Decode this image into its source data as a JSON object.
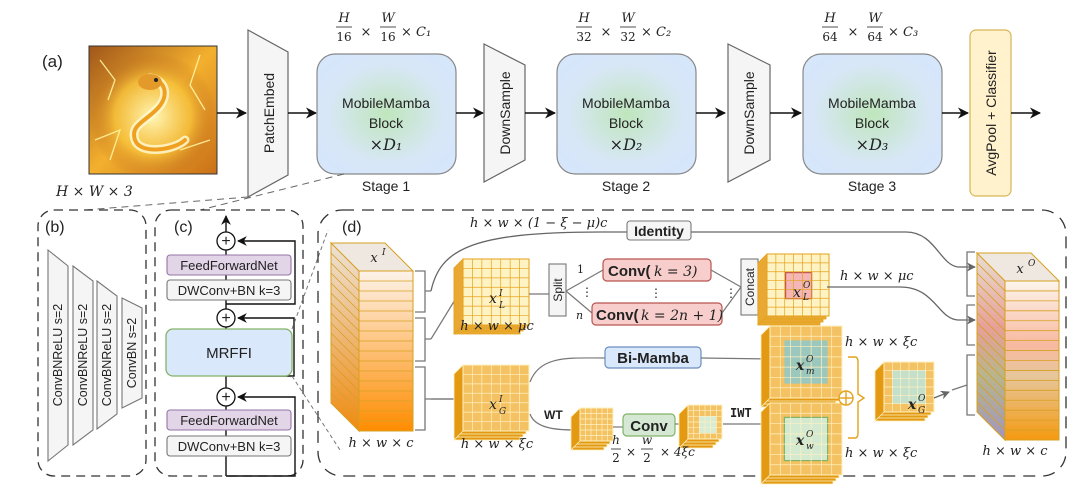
{
  "panels": {
    "a": {
      "label": "(a)",
      "input_dims": "H × W × 3",
      "patch_embed": "PatchEmbed",
      "downsample": "DownSample",
      "block_line1": "MobileMamba",
      "block_line2": "Block",
      "stages": [
        {
          "name": "Stage 1",
          "depth": "×D₁",
          "dims_num_h": "H",
          "dims_den_h": "16",
          "dims_num_w": "W",
          "dims_den_w": "16",
          "dims_c": "× C₁"
        },
        {
          "name": "Stage 2",
          "depth": "×D₂",
          "dims_num_h": "H",
          "dims_den_h": "32",
          "dims_num_w": "W",
          "dims_den_w": "32",
          "dims_c": "× C₂"
        },
        {
          "name": "Stage 3",
          "depth": "×D₃",
          "dims_num_h": "H",
          "dims_den_h": "64",
          "dims_num_w": "W",
          "dims_den_w": "64",
          "dims_c": "× C₃"
        }
      ],
      "classifier": "AvgPool + Classifier",
      "times": "×"
    },
    "b": {
      "label": "(b)",
      "layers": [
        "ConvBNReLU s=2",
        "ConvBNReLU s=2",
        "ConvBNReLU s=2",
        "ConvBN s=2"
      ]
    },
    "c": {
      "label": "(c)",
      "ffn": "FeedForwardNet",
      "dwconv": "DWConv+BN k=3",
      "mrffi": "MRFFI",
      "plus": "+"
    },
    "d": {
      "label": "(d)",
      "x_in": "x",
      "x_in_sup": "I",
      "x_out": "x",
      "x_out_sup": "O",
      "full_dims": "h × w × c",
      "identity_dims": "h × w × (1 − ξ − μ)c",
      "identity": "Identity",
      "xl_in": "x",
      "xl_sub": "L",
      "xl_sup": "I",
      "mu_dims": "h × w × μc",
      "split": "Split",
      "split_1": "1",
      "split_n": "n",
      "dots": "⋮",
      "conv_k3": "Conv( k = 3)",
      "conv_k3_a": "Conv(",
      "conv_k3_b": " k = 3)",
      "conv_kn_a": "Conv(",
      "conv_kn_b": "k = 2n + 1)",
      "concat": "Concat",
      "xlo_sup": "O",
      "xlo_sub": "L",
      "bimamba": "Bi-Mamba",
      "xg_sub": "G",
      "xg_sup": "I",
      "xi_dims": "h × w × ξc",
      "wt": "WT",
      "conv": "Conv",
      "iwt": "IWT",
      "half_h": "h",
      "half_w": "w",
      "half_den": "2",
      "half_c": "× 4ξc",
      "xm_sub": "m",
      "xw_sub": "w",
      "xgo_sub": "G",
      "o_sup": "O",
      "oplus": "⊕"
    }
  },
  "colors": {
    "block_blue": "#dae8fc",
    "block_green": "#c8ecc4",
    "ffn_purple": "#e1d5e7",
    "conv_red": "#f8cecc",
    "conv_green": "#d5e8d4",
    "mamba_blue": "#dae8fc",
    "classifier_yellow": "#fff2cc",
    "orange": "#e3a21a",
    "gray": "#f2f2f2"
  }
}
